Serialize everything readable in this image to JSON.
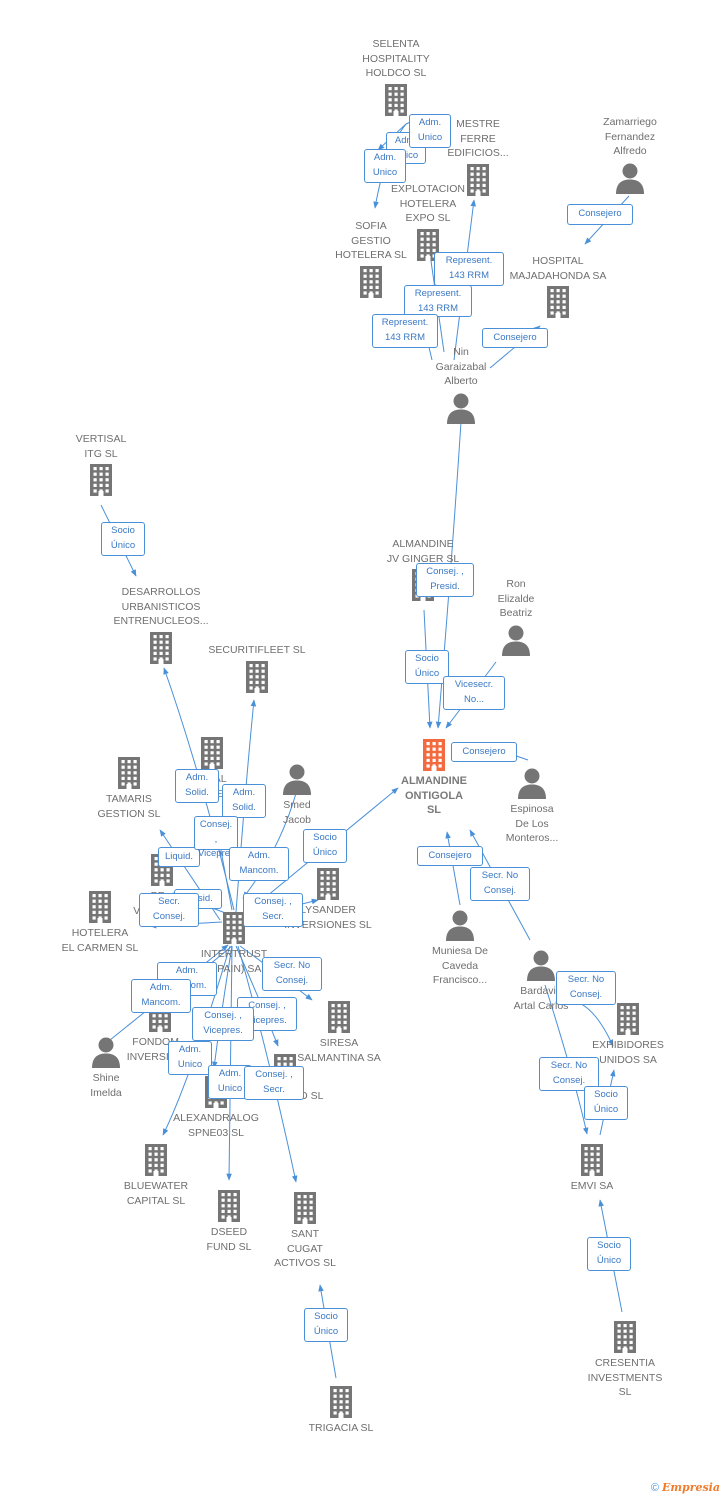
{
  "footer": {
    "copyright": "©",
    "brand": "Empresia"
  },
  "colors": {
    "edge": "#4a90d9",
    "icon": "#757575",
    "focus": "#f26a3d"
  },
  "nodes": [
    {
      "id": "selenta",
      "kind": "company",
      "label": "SELENTA\nHOSPITALITY\nHOLDCO  SL"
    },
    {
      "id": "mestre",
      "kind": "company",
      "label": "MESTRE\nFERRE\nEDIFICIOS..."
    },
    {
      "id": "zamarriego",
      "kind": "person",
      "label": "Zamarriego\nFernandez\nAlfredo"
    },
    {
      "id": "explotacion",
      "kind": "company",
      "label": "EXPLOTACION\nHOTELERA\nEXPO  SL"
    },
    {
      "id": "sofia",
      "kind": "company",
      "label": "SOFIA\nGESTIO\nHOTELERA  SL"
    },
    {
      "id": "hospital",
      "kind": "company",
      "label": "HOSPITAL\nMAJADAHONDA SA"
    },
    {
      "id": "nin",
      "kind": "person",
      "label": "Nin\nGaraizabal\nAlberto"
    },
    {
      "id": "vertisal",
      "kind": "company",
      "label": "VERTISAL\nITG  SL"
    },
    {
      "id": "desarrollos",
      "kind": "company",
      "label": "DESARROLLOS\nURBANISTICOS\nENTRENUCLEOS..."
    },
    {
      "id": "almandine_jv",
      "kind": "company",
      "label": "ALMANDINE\nJV GINGER  SL"
    },
    {
      "id": "ron",
      "kind": "person",
      "label": "Ron\nElizalde\nBeatriz"
    },
    {
      "id": "securitifleet",
      "kind": "company",
      "label": "SECURITIFLEET SL"
    },
    {
      "id": "almandine_ontigola",
      "kind": "company",
      "label": "ALMANDINE\nONTIGOLA\nSL",
      "focus": true
    },
    {
      "id": "tamaris",
      "kind": "company",
      "label": "TAMARIS\nGESTION SL"
    },
    {
      "id": "overseas",
      "kind": "company",
      "label": "...RAL\nOVERSEAS..."
    },
    {
      "id": "smed",
      "kind": "person",
      "label": "Smed\nJacob"
    },
    {
      "id": "espinosa",
      "kind": "person",
      "label": "Espinosa\nDe Los\nMonteros..."
    },
    {
      "id": "pe_valores",
      "kind": "company",
      "label": "PE...\nVALORES..."
    },
    {
      "id": "hotelera_carmen",
      "kind": "company",
      "label": "HOTELERA\nEL CARMEN SL"
    },
    {
      "id": "lysander",
      "kind": "company",
      "label": "LYSANDER\nINVERSIONES SL"
    },
    {
      "id": "intertrust",
      "kind": "company",
      "label": "INTERTRUST\n(SPAIN) SA"
    },
    {
      "id": "muniesa",
      "kind": "person",
      "label": "Muniesa De\nCaveda\nFrancisco..."
    },
    {
      "id": "bardavio",
      "kind": "person",
      "label": "Bardavio\nArtal Carlos"
    },
    {
      "id": "fondom",
      "kind": "company",
      "label": "FONDOM...\nINVERSION..."
    },
    {
      "id": "siresa",
      "kind": "company",
      "label": "SIRESA\nSALMANTINA SA"
    },
    {
      "id": "exhibidores",
      "kind": "company",
      "label": "EXHIBIDORES\nUNIDOS SA"
    },
    {
      "id": "shine",
      "kind": "person",
      "label": "Shine\nImelda"
    },
    {
      "id": "savidupro",
      "kind": "company",
      "label": "SAVIDUPRO SL"
    },
    {
      "id": "alexandralog",
      "kind": "company",
      "label": "ALEXANDRALOG\nSPNE03  SL"
    },
    {
      "id": "bluewater",
      "kind": "company",
      "label": "BLUEWATER\nCAPITAL SL"
    },
    {
      "id": "emvi",
      "kind": "company",
      "label": "EMVI SA"
    },
    {
      "id": "dseed",
      "kind": "company",
      "label": "DSEED\nFUND  SL"
    },
    {
      "id": "sant_cugat",
      "kind": "company",
      "label": "SANT\nCUGAT\nACTIVOS  SL"
    },
    {
      "id": "cresentia",
      "kind": "company",
      "label": "CRESENTIA\nINVESTMENTS\nSL"
    },
    {
      "id": "trigacia",
      "kind": "company",
      "label": "TRIGACIA  SL"
    }
  ],
  "relations": [
    {
      "id": "r_selenta_expl",
      "label": "Adm.\nUnico"
    },
    {
      "id": "r_selenta_mestre",
      "label": "Adm.\nUnico"
    },
    {
      "id": "r_selenta_sofia",
      "label": "Adm.\nUnico"
    },
    {
      "id": "r_zam_hospital",
      "label": "Consejero"
    },
    {
      "id": "r_nin_expl",
      "label": "Represent.\n143 RRM"
    },
    {
      "id": "r_nin_sofia1",
      "label": "Represent.\n143 RRM"
    },
    {
      "id": "r_nin_sofia2",
      "label": "Represent.\n143 RRM"
    },
    {
      "id": "r_nin_hospital",
      "label": "Consejero"
    },
    {
      "id": "r_vertisal_des",
      "label": "Socio\nÚnico"
    },
    {
      "id": "r_nin_almandine",
      "label": "Consej. ,\nPresid."
    },
    {
      "id": "r_jv_almandine",
      "label": "Socio\nÚnico"
    },
    {
      "id": "r_ron_almandine",
      "label": "Vicesecr.\nNo..."
    },
    {
      "id": "r_espinosa_almandine",
      "label": "Consejero"
    },
    {
      "id": "r_muniesa_almandine",
      "label": "Consejero"
    },
    {
      "id": "r_bardavio_almandine",
      "label": "Secr.  No\nConsej."
    },
    {
      "id": "r_inter_almandine",
      "label": "Socio\nÚnico"
    },
    {
      "id": "r_inter_desarrollos",
      "label": "Adm.\nSolid."
    },
    {
      "id": "r_inter_securitifleet",
      "label": "Adm.\nSolid."
    },
    {
      "id": "r_inter_tamaris",
      "label": "Liquid."
    },
    {
      "id": "r_inter_overseas",
      "label": "Consej. ,\nVicepres."
    },
    {
      "id": "r_smed_inter",
      "label": "Adm.\nMancom."
    },
    {
      "id": "r_inter_pe",
      "label": "Presid."
    },
    {
      "id": "r_inter_hotelera",
      "label": "Secr.\nConsej."
    },
    {
      "id": "r_inter_lysander",
      "label": "Consej. ,\nSecr."
    },
    {
      "id": "r_inter_fondom",
      "label": "Adm.\nMancom."
    },
    {
      "id": "r_shine_inter",
      "label": "Adm.\nMancom."
    },
    {
      "id": "r_inter_siresa",
      "label": "Secr.  No\nConsej."
    },
    {
      "id": "r_inter_consvp",
      "label": "Consej. ,\nVicepres."
    },
    {
      "id": "r_inter_vp2",
      "label": "Consej. ,\nVicepres."
    },
    {
      "id": "r_inter_bluewater",
      "label": "Adm.\nUnico"
    },
    {
      "id": "r_inter_dseed",
      "label": "Adm.\nUnico"
    },
    {
      "id": "r_inter_savidupro",
      "label": "Consej. ,\nSecr."
    },
    {
      "id": "r_bardavio_exhib",
      "label": "Secr.  No\nConsej."
    },
    {
      "id": "r_bardavio_emvi",
      "label": "Secr.  No\nConsej."
    },
    {
      "id": "r_exhib_emvi",
      "label": "Socio\nÚnico"
    },
    {
      "id": "r_cres_emvi",
      "label": "Socio\nÚnico"
    },
    {
      "id": "r_trig_sant",
      "label": "Socio\nÚnico"
    }
  ]
}
